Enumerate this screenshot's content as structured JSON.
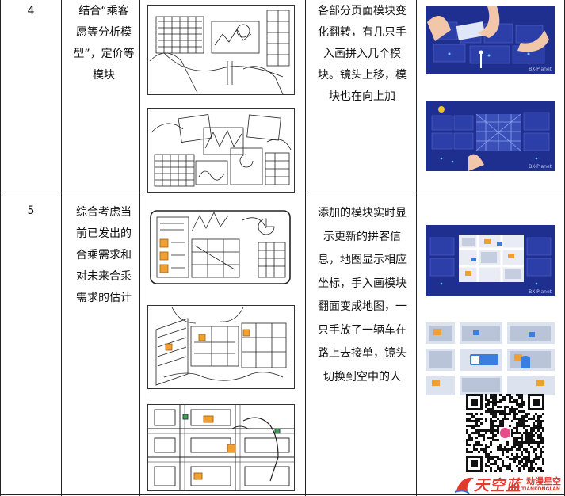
{
  "rows": [
    {
      "number": "4",
      "content_lines": [
        "结合“乘客",
        "愿等分析模",
        "型”，定价等",
        "模块"
      ],
      "description_lines": [
        "各部分页面模块变",
        "化翻转，有几只手",
        "入画拼入几个模",
        "块。镜头上移，模",
        "块也在向上加"
      ]
    },
    {
      "number": "5",
      "content_lines": [
        "综合考虑当",
        "前已发出的",
        "合乘需求和",
        "对未来合乘",
        "需求的估计"
      ],
      "description_lines": [
        "添加的模块实时显",
        "示更新的拼客信",
        "息，地图显示相应",
        "坐标，手入画模块",
        "翻面变成地图，一",
        "只手放了一辆车在",
        "路上去接单，镜头",
        "切换到空中的人"
      ]
    }
  ],
  "thumb_watermark": "BX-Planet",
  "logo": {
    "main": "天空蓝",
    "sub": "动漫星空",
    "latin": "TIANKONGLAN"
  },
  "colors": {
    "navy": "#1f2f8f",
    "navy_dark": "#16246e",
    "panel": "#2c3fa8",
    "orange": "#f0a030",
    "logo_red": "#e23a2c"
  }
}
